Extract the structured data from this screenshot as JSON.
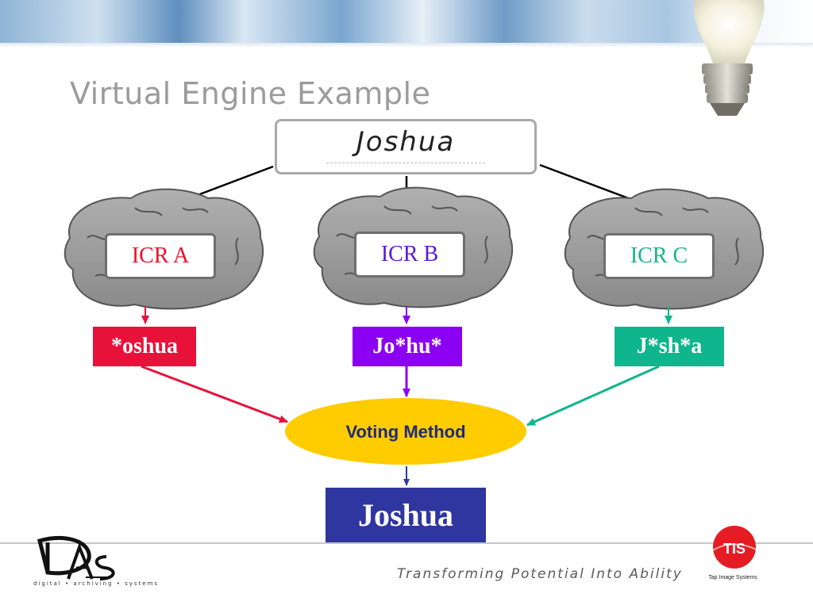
{
  "slide": {
    "title": "Virtual Engine Example",
    "input_image_text": "Joshua"
  },
  "engines": [
    {
      "label": "ICR A",
      "color": "#e8112d",
      "result": "*oshua",
      "result_color": "#e8113a"
    },
    {
      "label": "ICR B",
      "color": "#5a17d6",
      "result": "Jo*hu*",
      "result_color": "#8b00f2"
    },
    {
      "label": "ICR C",
      "color": "#17b48a",
      "result": "J*sh*a",
      "result_color": "#0fb58c"
    }
  ],
  "voting": {
    "label": "Voting Method",
    "color": "#ffcc00"
  },
  "final": {
    "text": "Joshua",
    "color": "#2f36a0"
  },
  "footer": {
    "slogan": "Transforming Potential Into Ability",
    "das_logo_text": "DAS",
    "das_tagline": "digital • archiving • systems",
    "tis_logo_text": "TIS",
    "tis_subtitle": "Tap Image Systems"
  }
}
